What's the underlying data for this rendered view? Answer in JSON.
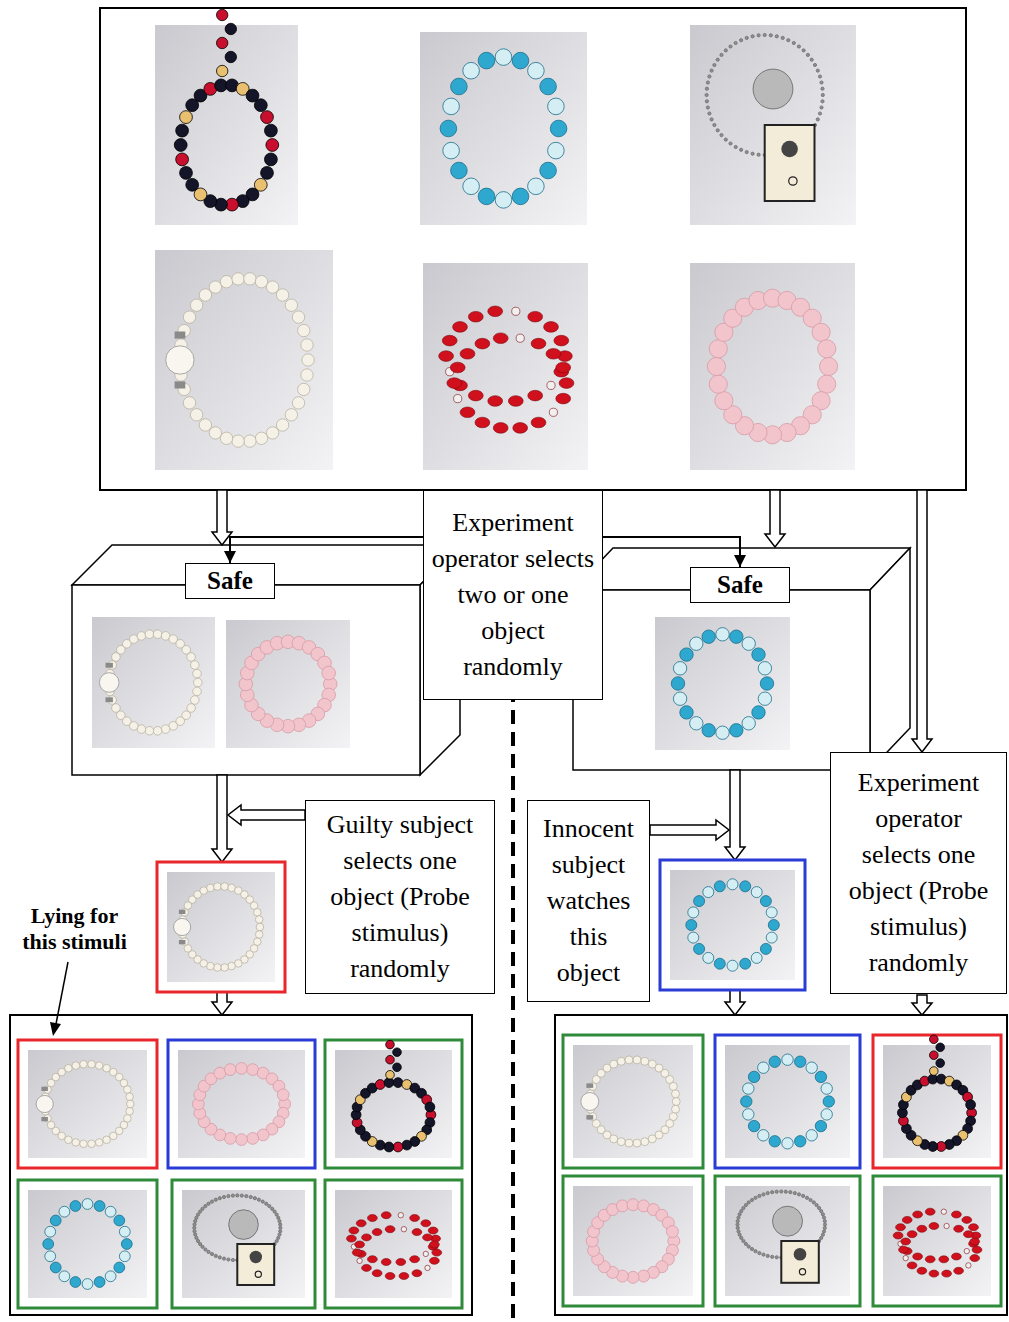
{
  "diagram": {
    "nodes": [
      {
        "text": [
          "Experiment operator selects two or one object randomly"
        ]
      },
      {
        "text": [
          "Safe"
        ]
      },
      {
        "text": [
          "Safe"
        ]
      },
      {
        "text": [
          "Guilty subject selects one object (Probe stimulus) randomly"
        ]
      },
      {
        "text": [
          "Innocent subject watches this object"
        ]
      },
      {
        "text": [
          "Experiment operator selects one object (Probe stimulus) randomly"
        ]
      }
    ],
    "edges": [
      {
        "from": 0,
        "to": 1,
        "arrow": "to"
      },
      {
        "from": 0,
        "to": 2,
        "arrow": "to"
      }
    ],
    "labels": [
      "Lying for this stimuli"
    ]
  }
}
